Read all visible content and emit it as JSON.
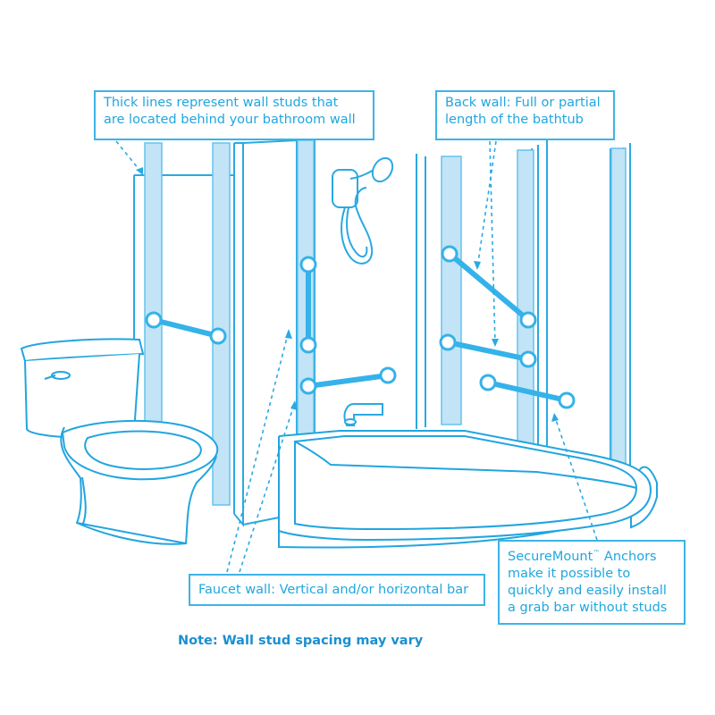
{
  "callouts": {
    "studs": {
      "line1": "Thick lines represent wall studs that",
      "line2": "are located behind your bathroom wall"
    },
    "back_wall": {
      "line1": "Back wall: Full or partial",
      "line2": "length of the bathtub"
    },
    "faucet_wall": {
      "line1": "Faucet wall: Vertical and/or horizontal bar"
    },
    "anchors": {
      "line1_brand": "SecureMount",
      "line1_tm": "™",
      "line1_rest": " Anchors",
      "line2": "make it possible to",
      "line3": "quickly and easily install",
      "line4": "a grab bar without studs"
    }
  },
  "note": "Note: Wall stud spacing may vary",
  "colors": {
    "outline": "#1fa7e0",
    "stud_fill": "#bfe2f5",
    "stud_edge": "#5cc0ec",
    "grab_bar": "#33b1e8",
    "callout_border": "#3cb4e6",
    "note_text": "#1a8fd1"
  },
  "icons": {
    "toilet": "toilet-icon",
    "bathtub": "bathtub-icon",
    "shower_head": "hand-shower-icon",
    "faucet": "tub-spout-icon",
    "grab_bar": "grab-bar-icon"
  }
}
